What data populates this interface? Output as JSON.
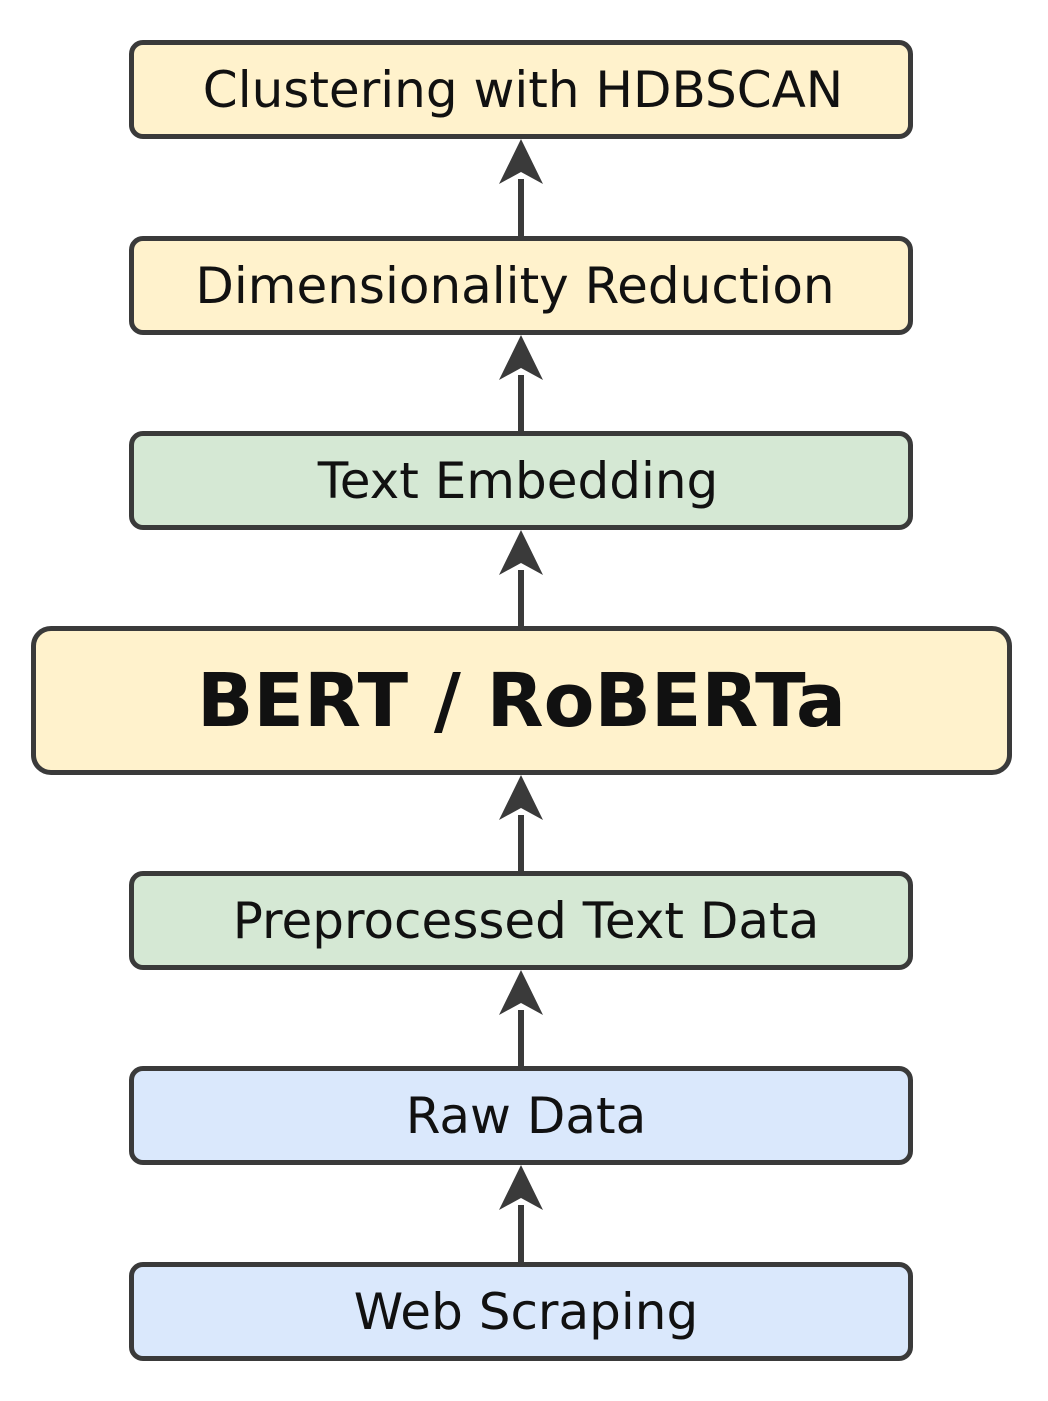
{
  "nodes": {
    "clustering": {
      "label": "Clustering with HDBSCAN",
      "fill": "#fff2cc"
    },
    "dimensionality_reduction": {
      "label": "Dimensionality Reduction",
      "fill": "#fff2cc"
    },
    "text_embedding": {
      "label": "Text Embedding",
      "fill": "#d5e8d4"
    },
    "bert_roberta": {
      "label": "BERT / RoBERTa",
      "fill": "#fff2cc"
    },
    "preprocessed_text_data": {
      "label": "Preprocessed Text Data",
      "fill": "#d5e8d4"
    },
    "raw_data": {
      "label": "Raw Data",
      "fill": "#dae8fc"
    },
    "web_scraping": {
      "label": "Web Scraping",
      "fill": "#dae8fc"
    }
  },
  "edges": [
    {
      "from": "web_scraping",
      "to": "raw_data"
    },
    {
      "from": "raw_data",
      "to": "preprocessed_text_data"
    },
    {
      "from": "preprocessed_text_data",
      "to": "bert_roberta"
    },
    {
      "from": "bert_roberta",
      "to": "text_embedding"
    },
    {
      "from": "text_embedding",
      "to": "dimensionality_reduction"
    },
    {
      "from": "dimensionality_reduction",
      "to": "clustering"
    }
  ],
  "colors": {
    "stroke": "#3a3a3a",
    "text": "#111111"
  }
}
